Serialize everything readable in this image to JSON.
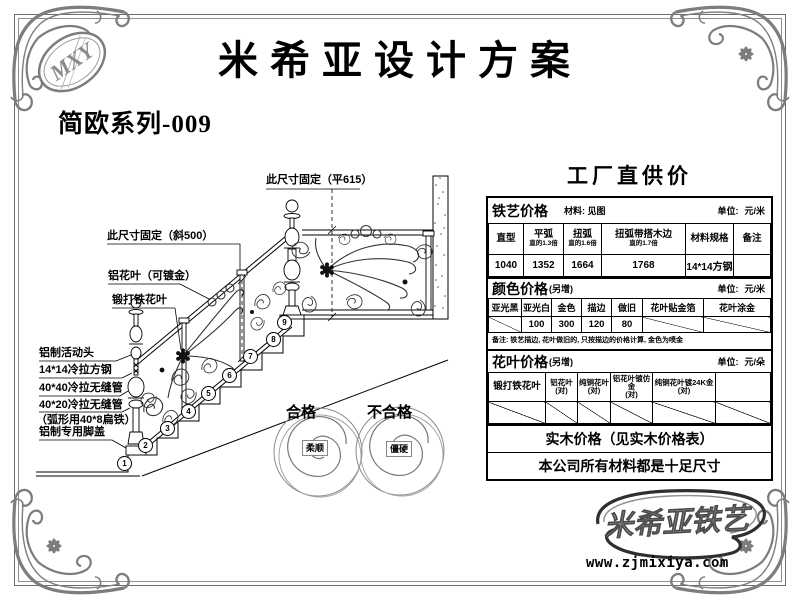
{
  "page": {
    "title": "米希亚设计方案",
    "series": "简欧系列-009",
    "monogram": "MXY"
  },
  "drawing": {
    "ann": {
      "top_flat": "此尺寸固定（平615）",
      "slant": "此尺寸固定（斜500）",
      "alu_leaf": "铝花叶（可镀金）",
      "forged_leaf": "锻打铁花叶",
      "movable_head": "铝制活动头",
      "square_steel": "14*14冷拉方钢",
      "tube4040": "40*40冷拉无缝管",
      "tube4020": "40*20冷拉无缝管",
      "flat_iron": "（弧形用40*8扁铁）",
      "foot_cover": "铝制专用脚盖"
    },
    "steps": [
      "1",
      "2",
      "3",
      "4",
      "5",
      "6",
      "7",
      "8",
      "9"
    ],
    "quality": {
      "pass": "合格",
      "pass_note": "柔顺",
      "fail": "不合格",
      "fail_note": "僵硬"
    }
  },
  "pricing": {
    "header": "工厂直供价",
    "iron": {
      "title": "铁艺价格",
      "material_label": "材料: 见图",
      "unit_label": "单位:",
      "unit": "元/米",
      "columns": [
        {
          "name": "直型",
          "sub": ""
        },
        {
          "name": "平弧",
          "sub": "直的1.3倍"
        },
        {
          "name": "扭弧",
          "sub": "直的1.6倍"
        },
        {
          "name": "扭弧带搭木边",
          "sub": "直的1.7倍"
        },
        {
          "name": "材料规格",
          "sub": ""
        },
        {
          "name": "备注",
          "sub": ""
        }
      ],
      "values": [
        "1040",
        "1352",
        "1664",
        "1768",
        "14*14方钢",
        ""
      ]
    },
    "color": {
      "title": "颜色价格",
      "title_suffix": "(另增)",
      "unit_label": "单位:",
      "unit": "元/米",
      "columns": [
        "亚光黑",
        "亚光白",
        "金色",
        "描边",
        "做旧",
        "花叶贴金箔",
        "花叶涂金"
      ],
      "values": [
        "",
        "100",
        "300",
        "120",
        "80",
        "",
        ""
      ],
      "note": "备注: 铁艺描边, 花叶做旧的, 只按描边的价格计算, 金色为喷金"
    },
    "leaf": {
      "title": "花叶价格",
      "title_suffix": "(另增)",
      "unit_label": "单位:",
      "unit": "元/朵",
      "columns": [
        {
          "name": "锻打铁花叶",
          "sub": ""
        },
        {
          "name": "铝花叶",
          "sub": "(对)"
        },
        {
          "name": "纯铜花叶",
          "sub": "(对)"
        },
        {
          "name": "铝花叶镀仿金",
          "sub": "(对)"
        },
        {
          "name": "纯铜花叶镀24K金",
          "sub": "(对)"
        },
        {
          "name": "",
          "sub": ""
        }
      ],
      "values": [
        "",
        "",
        "",
        "",
        "",
        ""
      ]
    },
    "wood_row": "实木价格（见实木价格表）",
    "footer_row": "本公司所有材料都是十足尺寸"
  },
  "footer": {
    "logo": "米希亚铁艺",
    "url": "www.zjmixiya.com"
  }
}
